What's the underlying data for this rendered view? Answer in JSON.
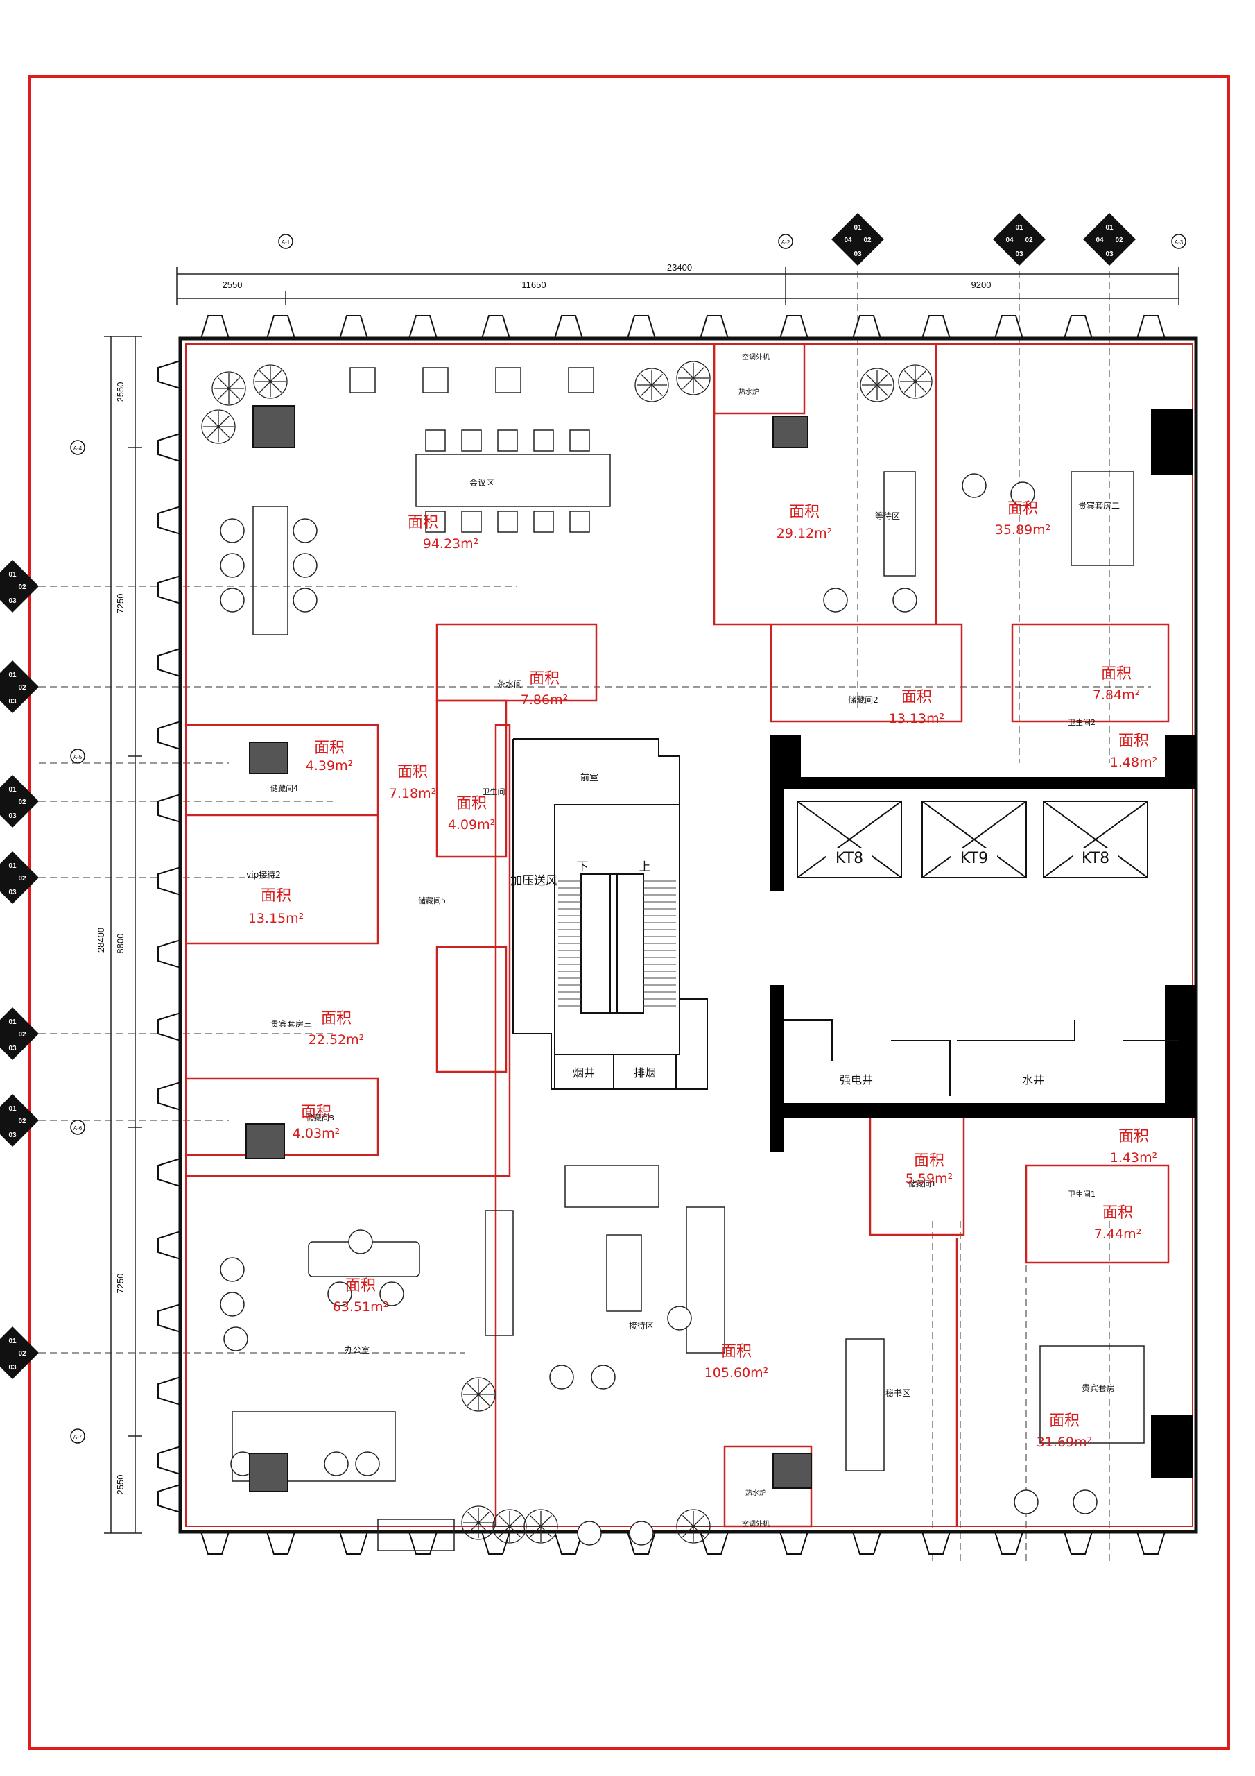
{
  "colors": {
    "frame": "#e01b1b",
    "wall": "#111111",
    "line": "#222222",
    "area": "#d81b1b",
    "core": "#000000"
  },
  "dimensions": {
    "top_total": "23400",
    "top_segments": [
      "2550",
      "11650",
      "9200"
    ],
    "left_total": "28400",
    "left_segments": [
      "2550",
      "7250",
      "8800",
      "7250",
      "2550"
    ]
  },
  "grid_tags": {
    "top": [
      "A-1",
      "A-2",
      "A-3"
    ],
    "left": [
      "A-4",
      "A-5",
      "A-6",
      "A-7"
    ]
  },
  "detail_tags": [
    "01",
    "02",
    "03",
    "04"
  ],
  "rooms": [
    {
      "id": "meeting",
      "name": "会议区",
      "area_label": "面积",
      "area": "94.23m²"
    },
    {
      "id": "reception-wait",
      "name": "等待区",
      "area_label": "面积",
      "area": "29.12m²"
    },
    {
      "id": "vip-suite-2",
      "name": "贵宾套房二",
      "area_label": "面积",
      "area": "35.89m²"
    },
    {
      "id": "tea-room",
      "name": "茶水间",
      "area_label": "面积",
      "area": "7.86m²"
    },
    {
      "id": "closet-2",
      "name": "储藏间2",
      "area_label": "面积",
      "area": "13.13m²"
    },
    {
      "id": "bath-2",
      "name": "卫生间2",
      "area_label": "面积",
      "area": "7.84m²"
    },
    {
      "id": "closet-4",
      "name": "储藏间4",
      "area_label": "面积",
      "area": "4.39m²"
    },
    {
      "id": "corridor",
      "name": "",
      "area_label": "面积",
      "area": "7.18m²"
    },
    {
      "id": "wc",
      "name": "卫生间",
      "area_label": "面积",
      "area": "4.09m²"
    },
    {
      "id": "small-1",
      "name": "",
      "area_label": "面积",
      "area": "1.48m²"
    },
    {
      "id": "vip-reception-2",
      "name": "vip接待2",
      "area_label": "面积",
      "area": "13.15m²"
    },
    {
      "id": "vip-suite-3",
      "name": "贵宾套房三",
      "area_label": "面积",
      "area": "22.52m²"
    },
    {
      "id": "closet-3",
      "name": "储藏间3",
      "area_label": "面积",
      "area": "4.03m²"
    },
    {
      "id": "closet-1",
      "name": "储藏间1",
      "area_label": "面积",
      "area": "5.59m²"
    },
    {
      "id": "small-2",
      "name": "",
      "area_label": "面积",
      "area": "1.43m²"
    },
    {
      "id": "bath-1",
      "name": "卫生间1",
      "area_label": "面积",
      "area": "7.44m²"
    },
    {
      "id": "office",
      "name": "办公室",
      "area_label": "面积",
      "area": "63.51m²"
    },
    {
      "id": "reception",
      "name": "接待区",
      "area_label": "面积",
      "area": "105.60m²"
    },
    {
      "id": "vip-suite-1",
      "name": "贵宾套房一",
      "area_label": "面积",
      "area": "31.69m²"
    }
  ],
  "labels": {
    "front_room": "前室",
    "pressure_shaft": "加压送风",
    "stair_down": "下",
    "stair_up": "上",
    "smoke_shaft": "烟井",
    "exhaust": "排烟",
    "elec_shaft": "强电井",
    "water_shaft": "水井",
    "secretary": "秘书区",
    "closet_5": "储藏间5",
    "elevators": [
      "KT8",
      "KT9",
      "KT8"
    ],
    "ac": "空调外机",
    "heater": "热水炉"
  }
}
